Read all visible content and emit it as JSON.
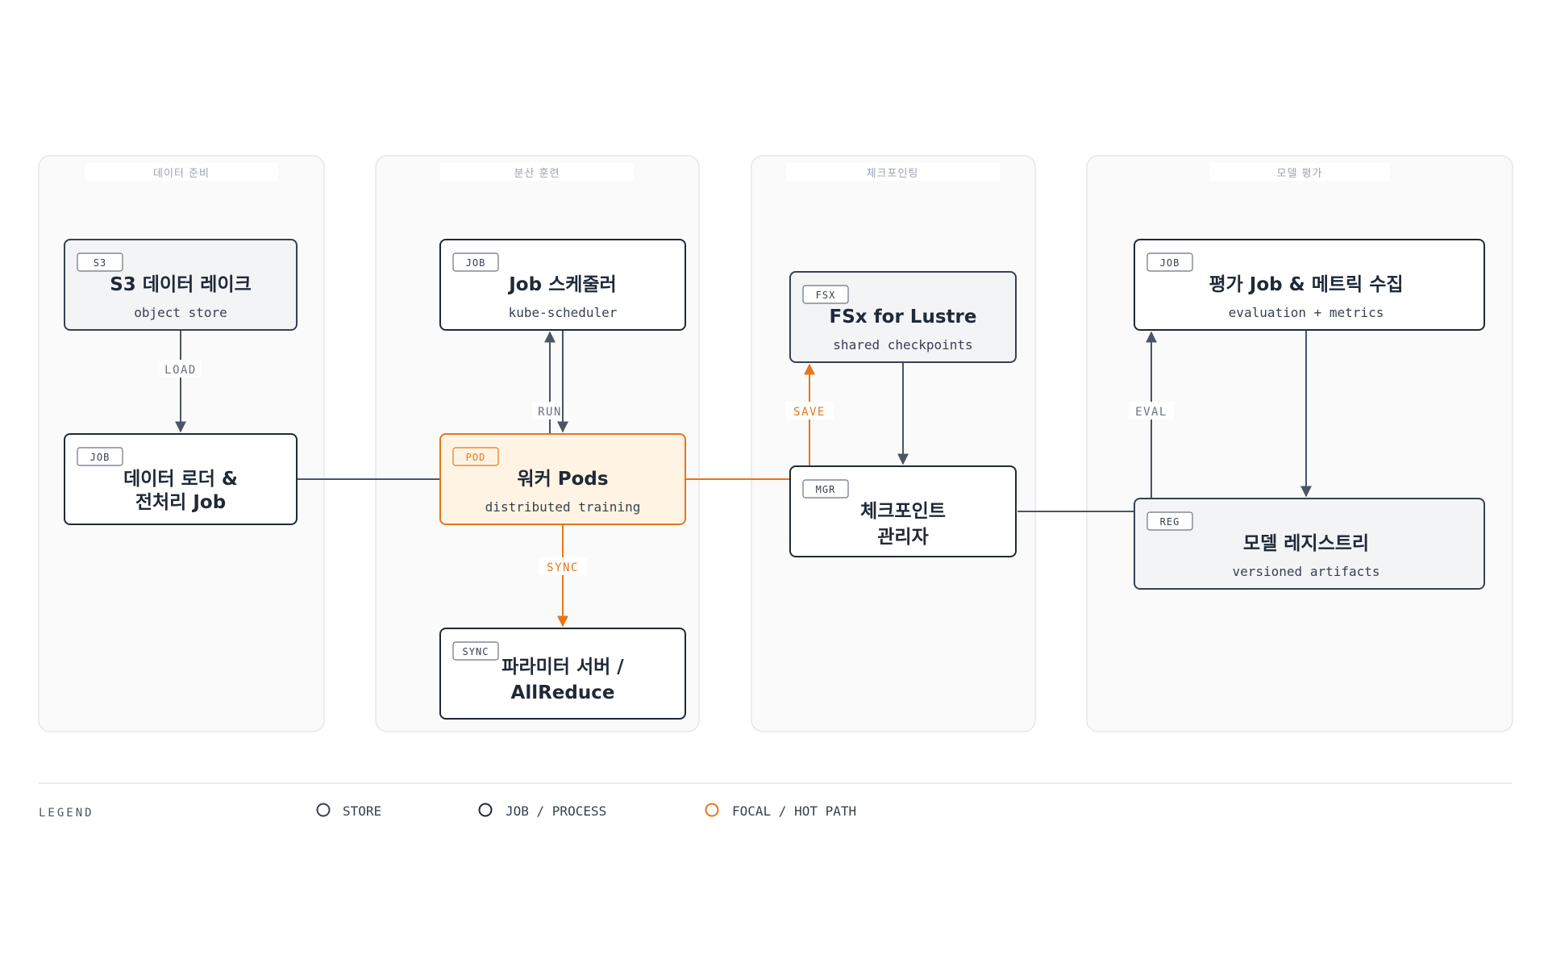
{
  "colors": {
    "accent_orange": "#e8751a",
    "focal_fill": "#fff4e3",
    "store_fill": "#f3f4f6",
    "job_fill": "#ffffff",
    "ink": "#1f2937",
    "lane_fill": "#fafafa",
    "lane_border": "#e5e7eb"
  },
  "lanes": [
    {
      "id": "data-prep",
      "title": "데이터 준비"
    },
    {
      "id": "dist-train",
      "title": "분산 훈련"
    },
    {
      "id": "checkpoint",
      "title": "체크포인팅"
    },
    {
      "id": "model-eval",
      "title": "모델 평가"
    }
  ],
  "nodes": [
    {
      "id": "s3",
      "kind": "store",
      "badge": "S3",
      "title_lines": [
        "S3 데이터 레이크"
      ],
      "subtitle": "object store"
    },
    {
      "id": "loader",
      "kind": "job",
      "badge": "JOB",
      "title_lines": [
        "데이터 로더 &",
        "전처리 Job"
      ],
      "subtitle": ""
    },
    {
      "id": "scheduler",
      "kind": "job",
      "badge": "JOB",
      "title_lines": [
        "Job 스케줄러"
      ],
      "subtitle": "kube-scheduler"
    },
    {
      "id": "pods",
      "kind": "focal",
      "badge": "POD",
      "title_lines": [
        "워커 Pods"
      ],
      "subtitle": "distributed training"
    },
    {
      "id": "paramserver",
      "kind": "job",
      "badge": "SYNC",
      "title_lines": [
        "파라미터 서버 /",
        "AllReduce"
      ],
      "subtitle": ""
    },
    {
      "id": "fsx",
      "kind": "store",
      "badge": "FSX",
      "title_lines": [
        "FSx for Lustre"
      ],
      "subtitle": "shared checkpoints"
    },
    {
      "id": "ckptmgr",
      "kind": "job",
      "badge": "MGR",
      "title_lines": [
        "체크포인트",
        "관리자"
      ],
      "subtitle": ""
    },
    {
      "id": "evaljob",
      "kind": "job",
      "badge": "JOB",
      "title_lines": [
        "평가 Job & 메트릭 수집"
      ],
      "subtitle": "evaluation + metrics"
    },
    {
      "id": "registry",
      "kind": "store",
      "badge": "REG",
      "title_lines": [
        "모델 레지스트리"
      ],
      "subtitle": "versioned artifacts"
    }
  ],
  "edges": [
    {
      "id": "s3-loader",
      "label": "LOAD",
      "color": "gray"
    },
    {
      "id": "loader-pods",
      "label": "",
      "color": "gray"
    },
    {
      "id": "pods-scheduler",
      "label": "RUN",
      "color": "gray"
    },
    {
      "id": "scheduler-pods",
      "label": "",
      "color": "gray"
    },
    {
      "id": "pods-paramserver",
      "label": "SYNC",
      "color": "orange"
    },
    {
      "id": "pods-ckptmgr",
      "label": "",
      "color": "orange"
    },
    {
      "id": "ckptmgr-fsx",
      "label": "SAVE",
      "color": "orange"
    },
    {
      "id": "fsx-ckptmgr",
      "label": "",
      "color": "gray"
    },
    {
      "id": "ckptmgr-registry",
      "label": "",
      "color": "gray"
    },
    {
      "id": "registry-evaljob",
      "label": "EVAL",
      "color": "gray"
    },
    {
      "id": "evaljob-registry",
      "label": "",
      "color": "gray"
    }
  ],
  "legend": {
    "title": "LEGEND",
    "items": [
      {
        "label": "STORE",
        "color": "#374151"
      },
      {
        "label": "JOB / PROCESS",
        "color": "#1f2937"
      },
      {
        "label": "FOCAL / HOT PATH",
        "color": "#e8751a"
      }
    ]
  }
}
